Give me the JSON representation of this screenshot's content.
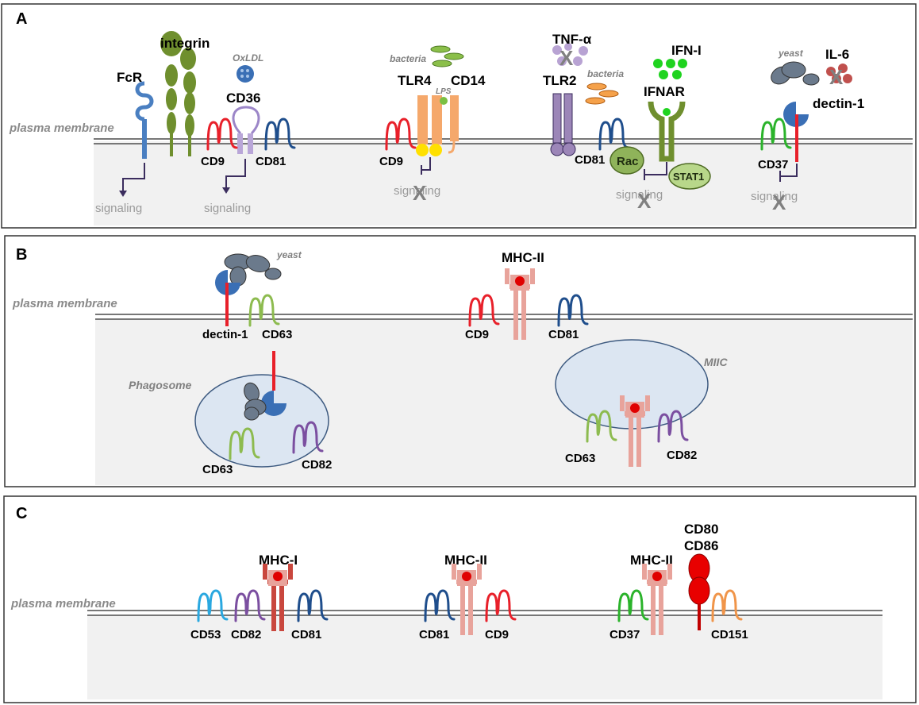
{
  "panels": {
    "a": {
      "letter": "A",
      "membrane": "plasma membrane",
      "labels": {
        "fcr": "FcR",
        "integrin": "integrin",
        "oxldl": "OxLDL",
        "cd36": "CD36",
        "cd9": "CD9",
        "cd81": "CD81",
        "bacteria1": "bacteria",
        "tlr4": "TLR4",
        "cd14": "CD14",
        "lps": "LPS",
        "cd9b": "CD9",
        "tnf": "TNF-α",
        "bacteria2": "bacteria",
        "tlr2": "TLR2",
        "cd81b": "CD81",
        "rac": "Rac",
        "ifni": "IFN-I",
        "ifnar": "IFNAR",
        "stat1": "STAT1",
        "yeast": "yeast",
        "il6": "IL-6",
        "dectin": "dectin-1",
        "cd37": "CD37"
      },
      "signaling": [
        "signaling",
        "signaling",
        "signaling",
        "signaling",
        "signaling"
      ]
    },
    "b": {
      "letter": "B",
      "membrane": "plasma membrane",
      "labels": {
        "yeast": "yeast",
        "dectin": "dectin-1",
        "cd63": "CD63",
        "phagosome": "Phagosome",
        "cd63b": "CD63",
        "cd82": "CD82",
        "mhc2": "MHC-II",
        "cd9": "CD9",
        "cd81": "CD81",
        "miic": "MIIC",
        "cd63c": "CD63",
        "cd82b": "CD82"
      }
    },
    "c": {
      "letter": "C",
      "membrane": "plasma membrane",
      "labels": {
        "mhc1": "MHC-I",
        "cd53": "CD53",
        "cd82": "CD82",
        "cd81": "CD81",
        "mhc2a": "MHC-II",
        "cd81b": "CD81",
        "cd9": "CD9",
        "mhc2b": "MHC-II",
        "cd80": "CD80",
        "cd86": "CD86",
        "cd37": "CD37",
        "cd151": "CD151"
      }
    }
  },
  "colors": {
    "cd9": "#e8202a",
    "cd81": "#1f4e8c",
    "cd63": "#8dbb4f",
    "cd82": "#7b4fa0",
    "cd37": "#2bb32b",
    "cd53": "#2aa8e0",
    "cd151": "#f0954a",
    "integrin": "#6f8f2e",
    "fcr": "#4a7fc1",
    "tlr4": "#f5a86b",
    "tlr2": "#9c86b8",
    "ifnar": "#6f8f2e",
    "mhc2": "#e8a39b",
    "mhc1": "#c9473e",
    "dectin": "#3a6fb5",
    "yeast": "#6b7a8c"
  }
}
